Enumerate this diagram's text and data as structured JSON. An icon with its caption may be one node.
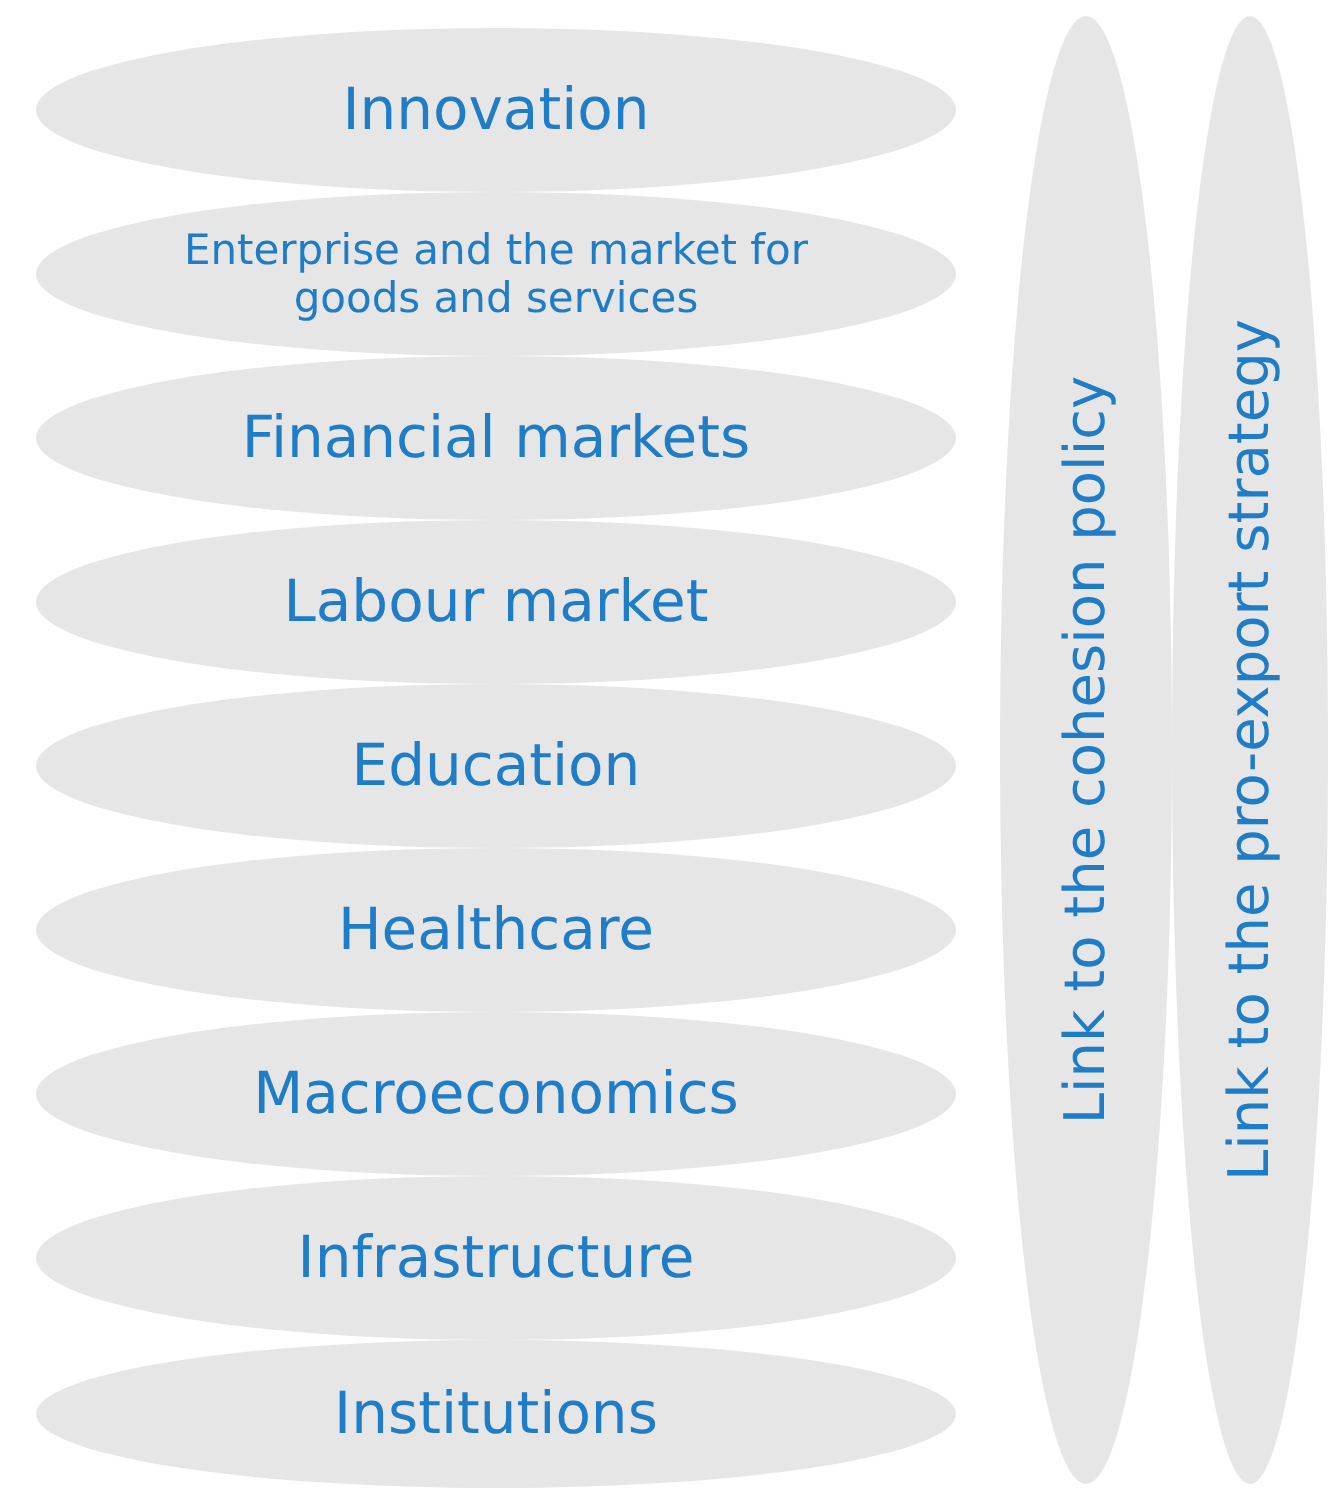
{
  "diagram": {
    "nodes": [
      {
        "text": [
          "Innovation"
        ]
      },
      {
        "text": [
          "Enterprise and the market for goods and services"
        ]
      },
      {
        "text": [
          "Financial markets"
        ]
      },
      {
        "text": [
          "Labour market"
        ]
      },
      {
        "text": [
          "Education"
        ]
      },
      {
        "text": [
          "Healthcare"
        ]
      },
      {
        "text": [
          "Macroeconomics"
        ]
      },
      {
        "text": [
          "Infrastructure"
        ]
      },
      {
        "text": [
          "Institutions"
        ]
      },
      {
        "text": [
          "Link to the cohesion policy"
        ]
      },
      {
        "text": [
          "Link to the pro-export strategy"
        ]
      }
    ]
  }
}
